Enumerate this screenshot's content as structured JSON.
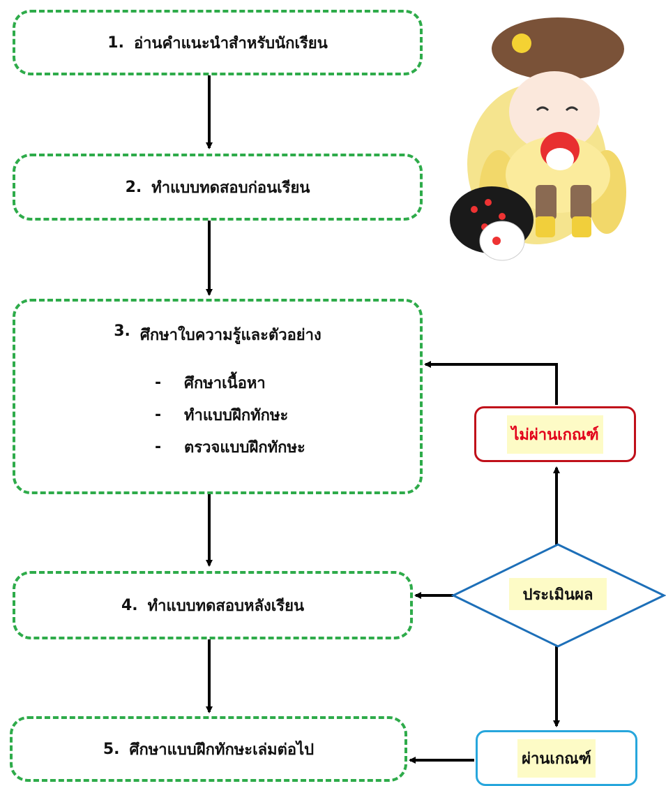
{
  "steps": [
    {
      "number": "1.",
      "label": "อ่านคำแนะนำสำหรับนักเรียน"
    },
    {
      "number": "2.",
      "label": "ทำแบบทดสอบก่อนเรียน"
    },
    {
      "number": "3.",
      "label": "ศึกษาใบความรู้และตัวอย่าง",
      "substeps": [
        "ศึกษาเนื้อหา",
        "ทำแบบฝึกทักษะ",
        "ตรวจแบบฝึกทักษะ"
      ]
    },
    {
      "number": "4.",
      "label": "ทำแบบทดสอบหลังเรียน"
    },
    {
      "number": "5.",
      "label": "ศึกษาแบบฝึกทักษะเล่มต่อไป"
    }
  ],
  "substep_marker": "-",
  "decision": {
    "label": "ประเมินผล"
  },
  "fail": {
    "label": "ไม่ผ่านเกณฑ์"
  },
  "pass": {
    "label": "ผ่านเกณฑ์"
  },
  "colors": {
    "step_border": "#2eab4a",
    "fail_border": "#c0101a",
    "fail_text": "#e2001a",
    "pass_border": "#27a6dc",
    "decision_border": "#1d6fb8",
    "highlight": "#fdfbc6",
    "arrow": "#000000"
  },
  "decorations": [
    {
      "name": "chibi-mascot",
      "description_icon": "mascot-illustration"
    }
  ]
}
